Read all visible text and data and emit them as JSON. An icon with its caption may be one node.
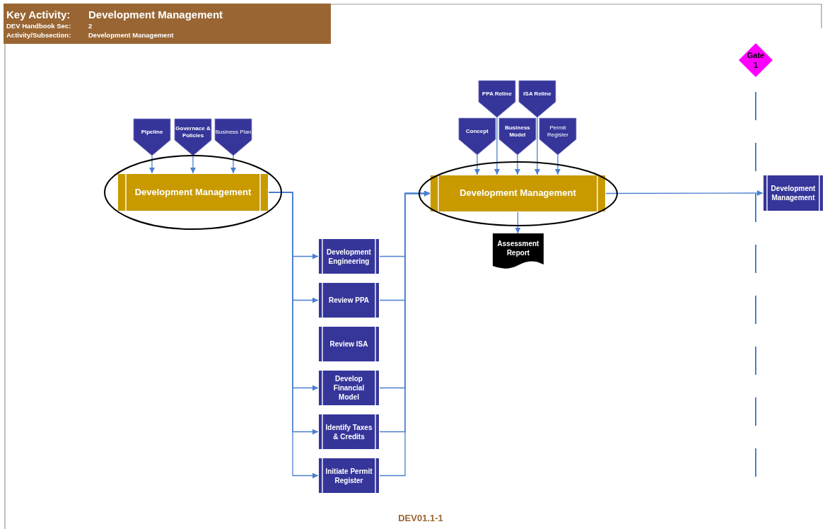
{
  "diagram": {
    "caption": "DEV01.1-1",
    "nodes": [
      {
        "text": [
          "Development Management"
        ]
      },
      {
        "text": [
          "Pipeline"
        ]
      },
      {
        "text": [
          "Governace & Policies"
        ]
      },
      {
        "text": [
          "Business Plan"
        ]
      },
      {
        "text": [
          "Development Engineering"
        ]
      },
      {
        "text": [
          "Review PPA"
        ]
      },
      {
        "text": [
          "Review ISA"
        ]
      },
      {
        "text": [
          "Develop Financial Model"
        ]
      },
      {
        "text": [
          "Identify Taxes & Credits"
        ]
      },
      {
        "text": [
          "Initiate Permit Register"
        ]
      },
      {
        "text": [
          "PPA Reline"
        ]
      },
      {
        "text": [
          "ISA Reline"
        ]
      },
      {
        "text": [
          "Concept"
        ]
      },
      {
        "text": [
          "Business Model"
        ]
      },
      {
        "text": [
          "Permit Register"
        ]
      },
      {
        "text": [
          "Development Management"
        ]
      },
      {
        "text": [
          "Assessment Report"
        ]
      },
      {
        "text": [
          "Gate 1"
        ]
      },
      {
        "text": [
          "Development Management"
        ]
      }
    ],
    "edges": [
      {
        "from": 1,
        "to": 0,
        "arrow": "to"
      },
      {
        "from": 2,
        "to": 0,
        "arrow": "to"
      },
      {
        "from": 3,
        "to": 0,
        "arrow": "to"
      },
      {
        "from": 0,
        "to": 4,
        "arrow": "to"
      },
      {
        "from": 0,
        "to": 5,
        "arrow": "to"
      },
      {
        "from": 0,
        "to": 7,
        "arrow": "to"
      },
      {
        "from": 0,
        "to": 8,
        "arrow": "to"
      },
      {
        "from": 0,
        "to": 9,
        "arrow": "to"
      },
      {
        "from": 4,
        "to": 15,
        "arrow": "to"
      },
      {
        "from": 5,
        "to": 15,
        "arrow": "to"
      },
      {
        "from": 7,
        "to": 15,
        "arrow": "to"
      },
      {
        "from": 8,
        "to": 15,
        "arrow": "to"
      },
      {
        "from": 9,
        "to": 15,
        "arrow": "to"
      },
      {
        "from": 12,
        "to": 15,
        "arrow": "to"
      },
      {
        "from": 10,
        "to": 15,
        "arrow": "to"
      },
      {
        "from": 13,
        "to": 15,
        "arrow": "to"
      },
      {
        "from": 11,
        "to": 15,
        "arrow": "to"
      },
      {
        "from": 14,
        "to": 15,
        "arrow": "to"
      },
      {
        "from": 15,
        "to": 16,
        "arrow": "to"
      },
      {
        "from": 15,
        "to": 18,
        "arrow": "to"
      }
    ],
    "labels": [
      "Key Activity:",
      "Development Management",
      "DEV Handbook Sec:",
      "2",
      "Activity/Subsection:",
      "Development Management"
    ]
  }
}
